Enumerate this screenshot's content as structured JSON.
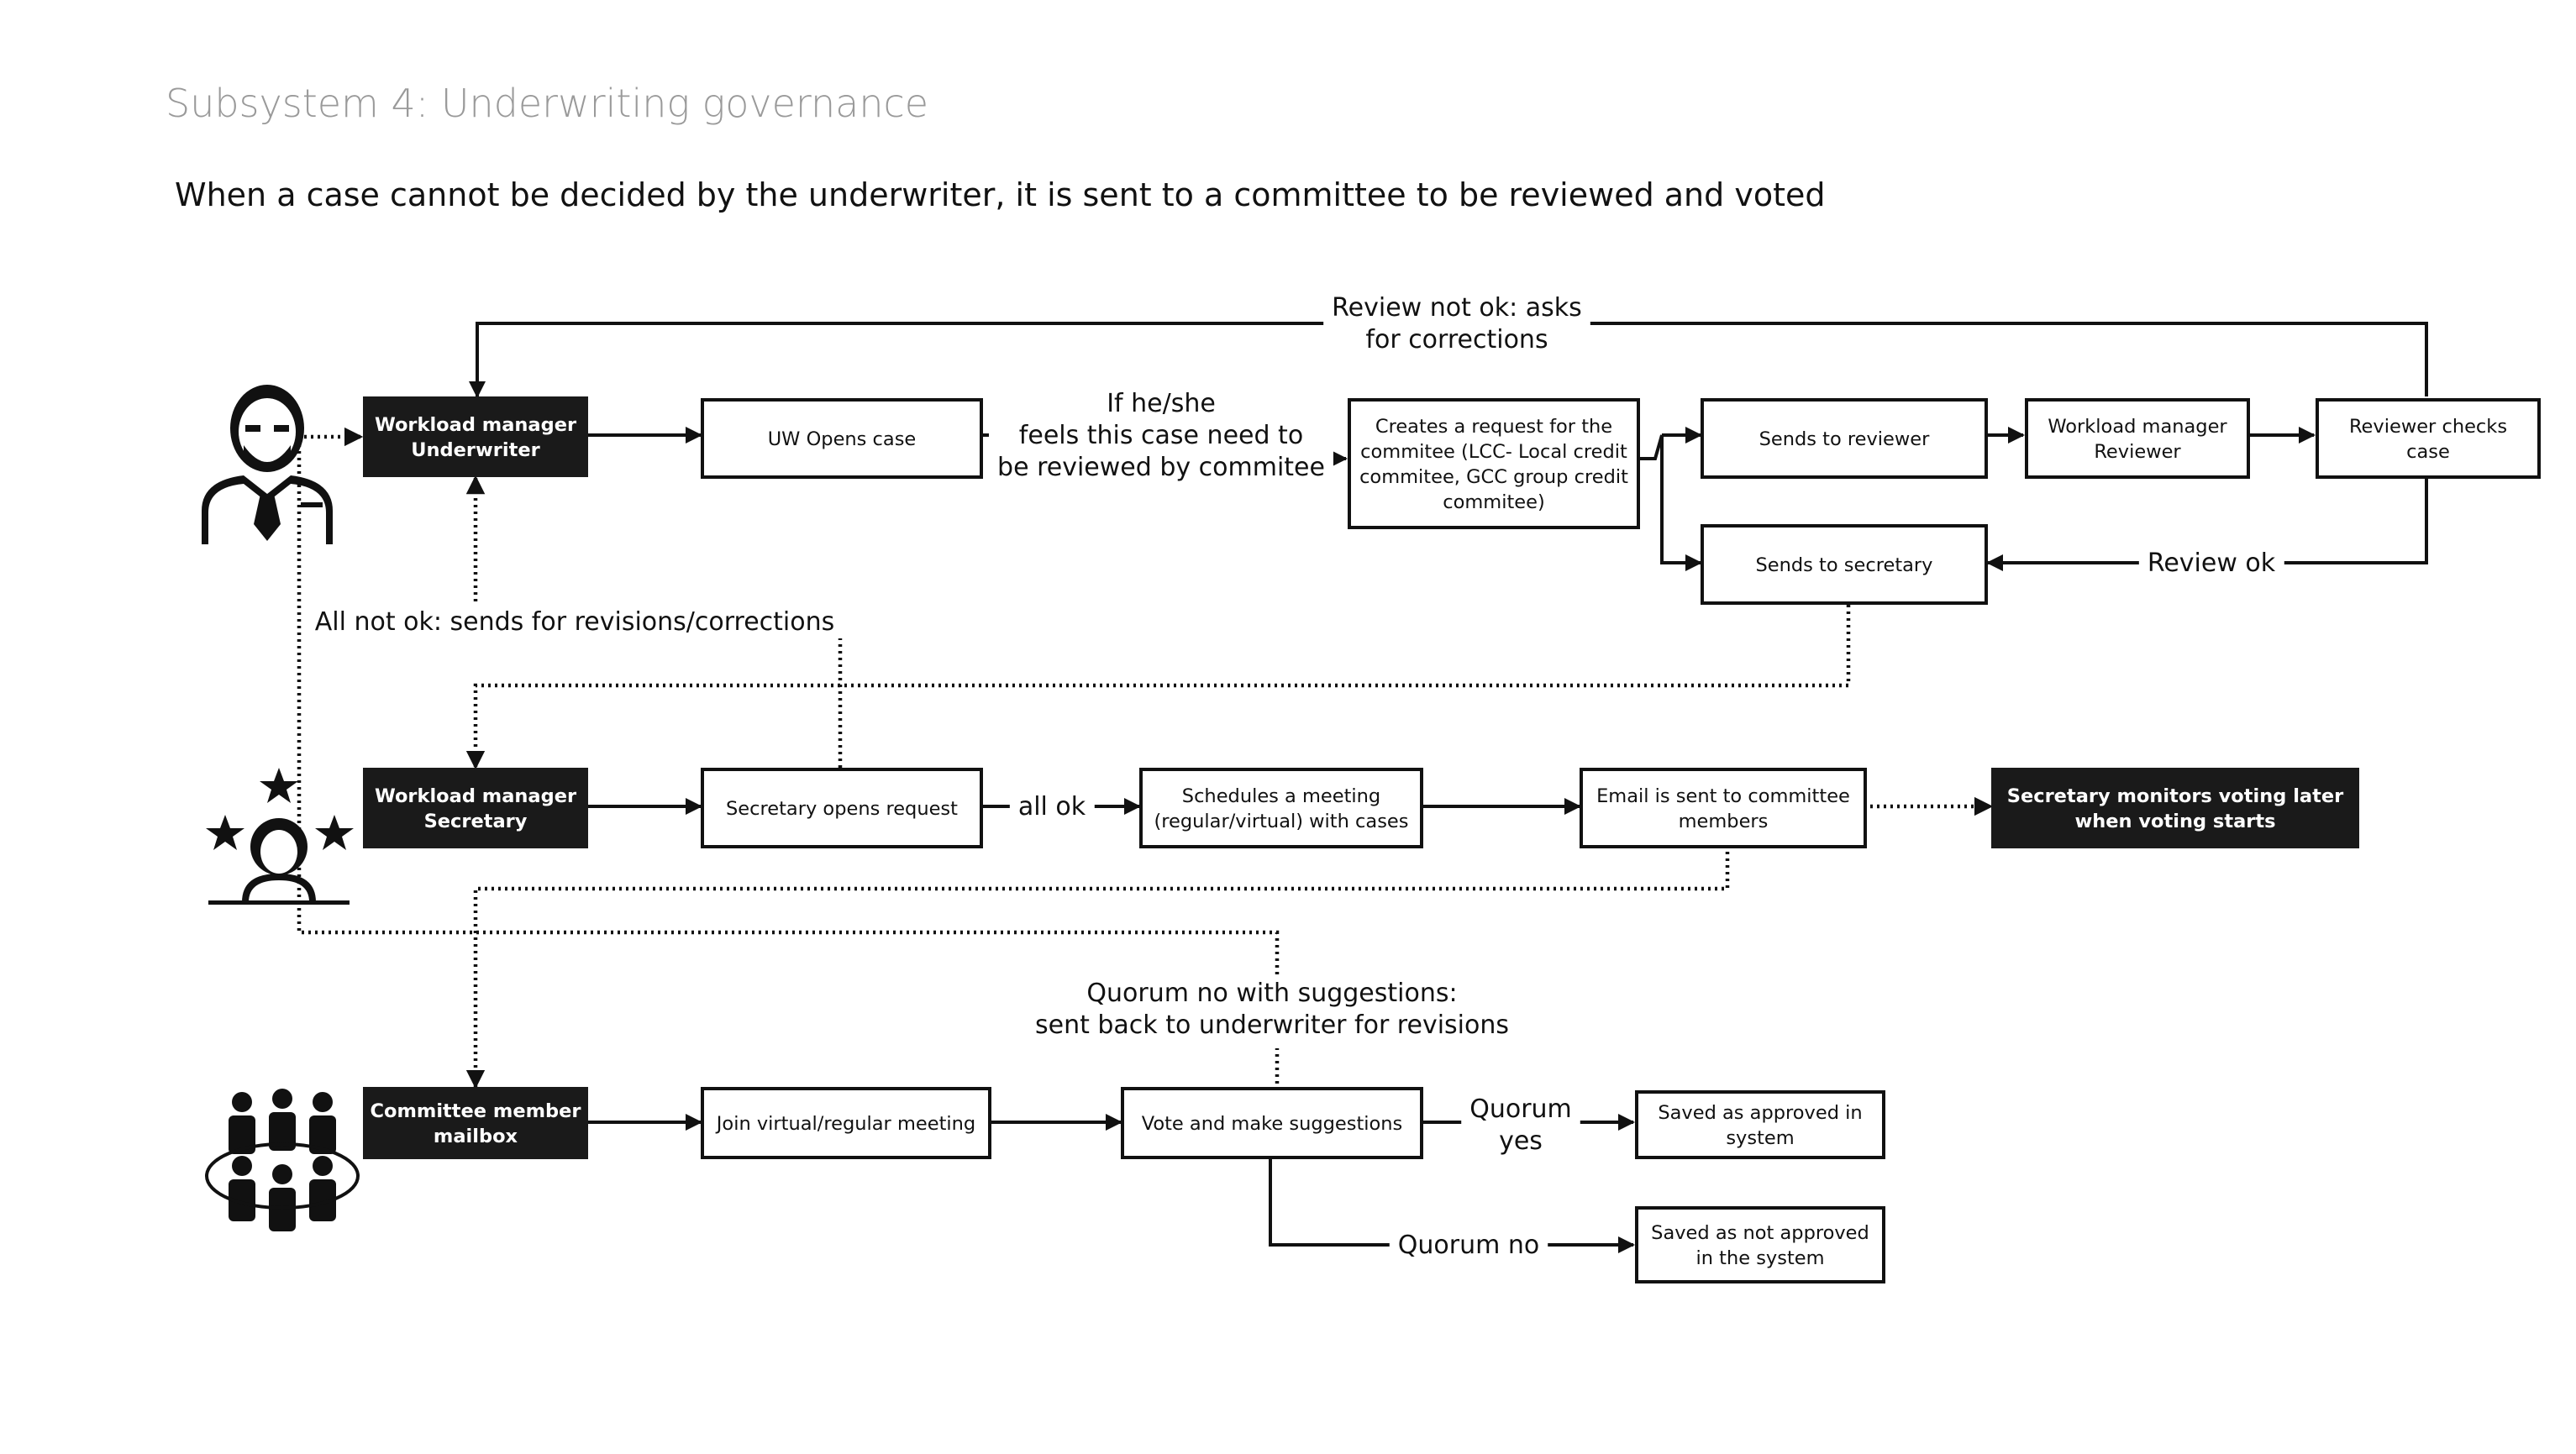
{
  "title": "Subsystem 4: Underwriting governance",
  "subtitle": "When a case cannot be decided by the underwriter, it is sent to a committee to be reviewed and voted",
  "nodes": {
    "wm_underwriter": [
      "Workload manager",
      "Underwriter"
    ],
    "uw_opens_case": [
      "UW Opens case"
    ],
    "creates_request": [
      "Creates a request for the",
      "commitee (LCC- Local credit",
      "commitee, GCC group credit",
      "commitee)"
    ],
    "sends_reviewer": [
      "Sends to reviewer"
    ],
    "wm_reviewer": [
      "Workload manager",
      "Reviewer"
    ],
    "reviewer_checks": [
      "Reviewer checks",
      "case"
    ],
    "sends_secretary": [
      "Sends to secretary"
    ],
    "wm_secretary": [
      "Workload manager",
      "Secretary"
    ],
    "secretary_opens": [
      "Secretary opens request"
    ],
    "schedules_meeting": [
      "Schedules a meeting",
      "(regular/virtual) with cases"
    ],
    "email_sent": [
      "Email is sent to committee",
      "members"
    ],
    "secretary_monitors": [
      "Secretary monitors voting later",
      "when voting starts"
    ],
    "committee_mailbox": [
      "Committee member",
      "mailbox"
    ],
    "join_meeting": [
      "Join virtual/regular meeting"
    ],
    "vote": [
      "Vote and make suggestions"
    ],
    "saved_approved": [
      "Saved as approved in",
      "system"
    ],
    "saved_not_approved": [
      "Saved as not approved",
      "in the system"
    ]
  },
  "labels": {
    "review_not_ok": [
      "Review not ok: asks",
      "for corrections"
    ],
    "if_he_she": [
      "If he/she",
      "feels this case need to",
      "be reviewed by commitee"
    ],
    "review_ok": [
      "Review ok"
    ],
    "all_not_ok": [
      "All not ok: sends for revisions/corrections"
    ],
    "all_ok": [
      "all ok"
    ],
    "quorum_no_suggestions": [
      "Quorum no with suggestions:",
      "sent back to underwriter for revisions"
    ],
    "quorum_yes": [
      "Quorum",
      "yes"
    ],
    "quorum_no": [
      "Quorum no"
    ]
  },
  "icons": {
    "underwriter": "businessman-icon",
    "secretary": "secretary-stars-icon",
    "committee": "group-people-icon"
  },
  "colors": {
    "dark_node": "#1a1a1a",
    "line": "#111111",
    "title": "#9a9a9a"
  }
}
